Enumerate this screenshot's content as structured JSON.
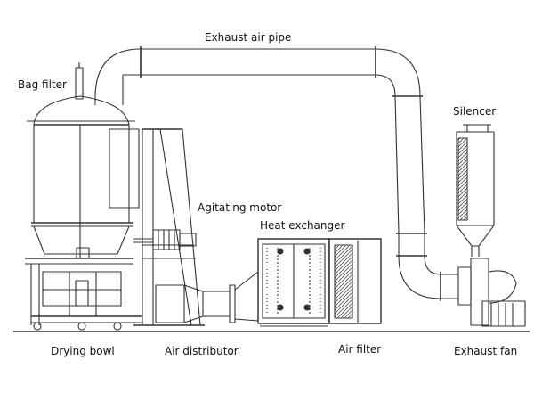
{
  "labels": {
    "exhaust_air_pipe": "Exhaust air pipe",
    "bag_filter": "Bag filter",
    "silencer": "Silencer",
    "agitating_motor": "Agitating motor",
    "heat_exchanger": "Heat exchanger",
    "drying_bowl": "Drying bowl",
    "air_distributor": "Air distributor",
    "air_filter": "Air filter",
    "exhaust_fan": "Exhaust fan"
  },
  "colors": {
    "line": "#333333",
    "background": "#ffffff",
    "hatch": "#555555"
  }
}
